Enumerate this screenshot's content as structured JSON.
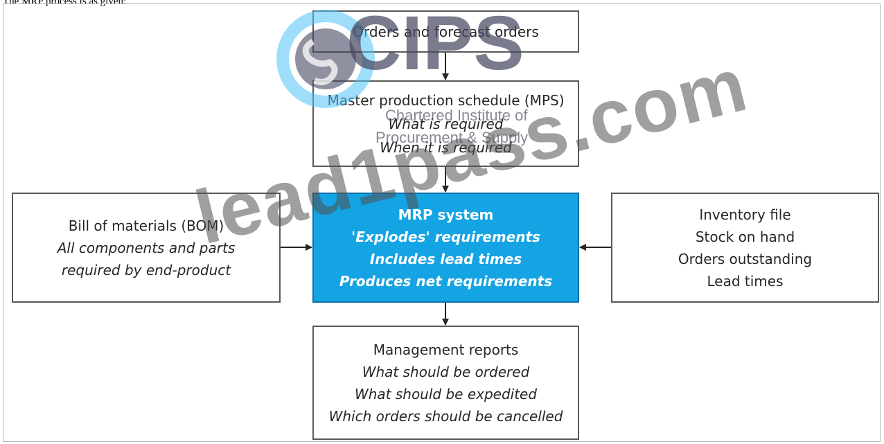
{
  "intro_text": "The MRP process is as given:",
  "boxes": {
    "orders": {
      "line1": "Orders and forecast orders"
    },
    "mps": {
      "line1": "Master production schedule (MPS)",
      "line2": "What is required",
      "line3": "When it is required"
    },
    "bom": {
      "line1": "Bill of materials (BOM)",
      "line2": "All components and parts",
      "line3": "required by end-product"
    },
    "mrp": {
      "line1": "MRP system",
      "line2": "'Explodes' requirements",
      "line3": "Includes lead times",
      "line4": "Produces net requirements"
    },
    "inventory": {
      "line1": "Inventory file",
      "line2": "Stock on hand",
      "line3": "Orders outstanding",
      "line4": "Lead times"
    },
    "reports": {
      "line1": "Management reports",
      "line2": "What should be ordered",
      "line3": "What should be expedited",
      "line4": "Which orders should be cancelled"
    }
  },
  "watermarks": {
    "lead": "lead1pass.com",
    "cips": "CIPS",
    "cips_line1": "Chartered Institute of",
    "cips_line2": "Procurement & Supply"
  },
  "colors": {
    "mrp_fill": "#14a3e3",
    "box_border": "#595959",
    "cips_ring": "#4fc3f7"
  }
}
